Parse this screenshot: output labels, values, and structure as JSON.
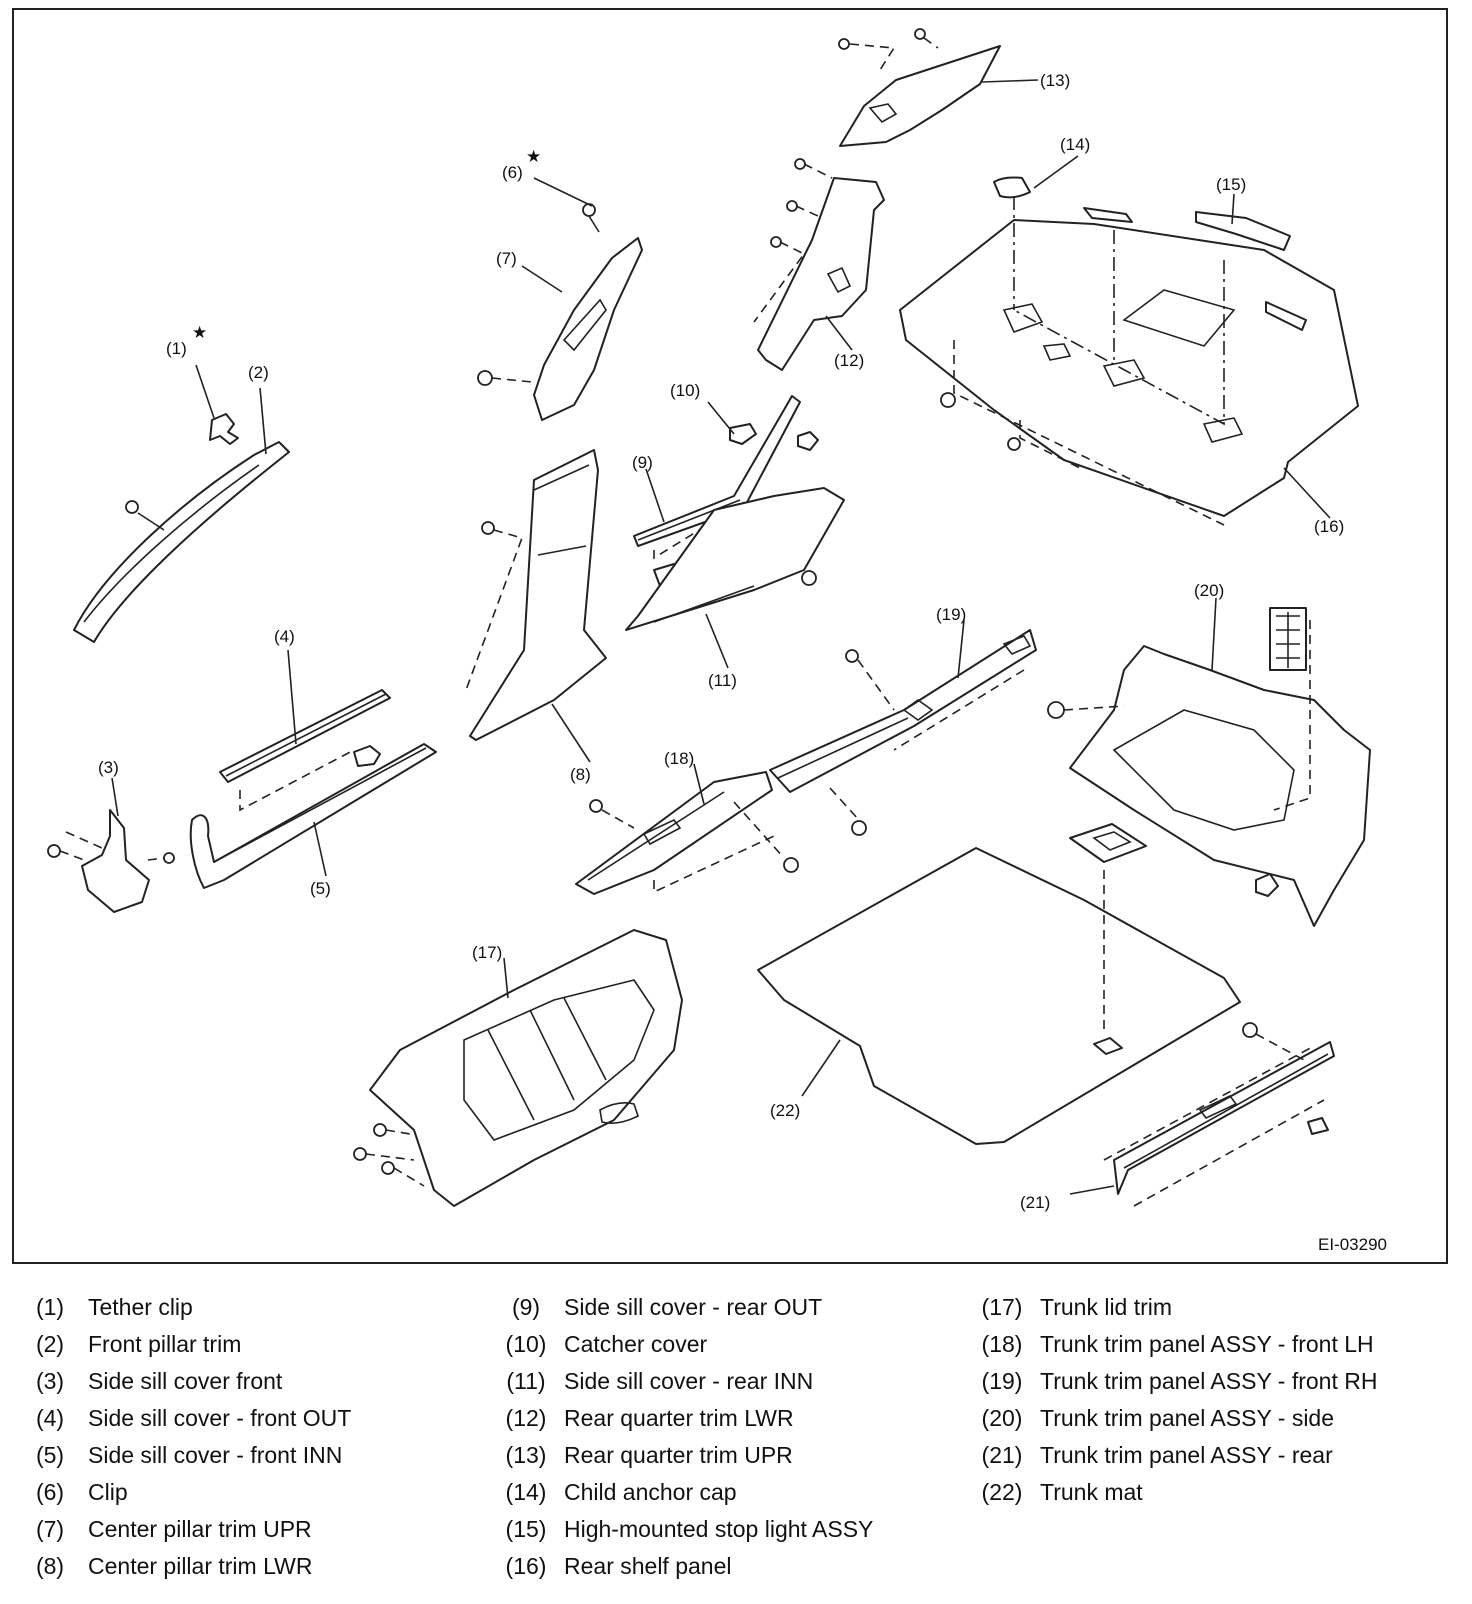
{
  "figure_id": "EI-03290",
  "star_symbol": "★",
  "callouts": [
    "(1)",
    "(2)",
    "(3)",
    "(4)",
    "(5)",
    "(6)",
    "(7)",
    "(8)",
    "(9)",
    "(10)",
    "(11)",
    "(12)",
    "(13)",
    "(14)",
    "(15)",
    "(16)",
    "(17)",
    "(18)",
    "(19)",
    "(20)",
    "(21)",
    "(22)"
  ],
  "legend": [
    {
      "num": "(1)",
      "name": "Tether clip"
    },
    {
      "num": "(2)",
      "name": "Front pillar trim"
    },
    {
      "num": "(3)",
      "name": "Side sill cover front"
    },
    {
      "num": "(4)",
      "name": "Side sill cover - front OUT"
    },
    {
      "num": "(5)",
      "name": "Side sill cover - front INN"
    },
    {
      "num": "(6)",
      "name": "Clip"
    },
    {
      "num": "(7)",
      "name": "Center pillar trim UPR"
    },
    {
      "num": "(8)",
      "name": "Center pillar trim LWR"
    },
    {
      "num": "(9)",
      "name": "Side sill cover - rear OUT"
    },
    {
      "num": "(10)",
      "name": "Catcher cover"
    },
    {
      "num": "(11)",
      "name": "Side sill cover - rear INN"
    },
    {
      "num": "(12)",
      "name": "Rear quarter trim LWR"
    },
    {
      "num": "(13)",
      "name": "Rear quarter trim UPR"
    },
    {
      "num": "(14)",
      "name": "Child anchor cap"
    },
    {
      "num": "(15)",
      "name": "High-mounted stop light ASSY"
    },
    {
      "num": "(16)",
      "name": "Rear shelf panel"
    },
    {
      "num": "(17)",
      "name": "Trunk lid trim"
    },
    {
      "num": "(18)",
      "name": "Trunk trim panel ASSY - front LH"
    },
    {
      "num": "(19)",
      "name": "Trunk trim panel ASSY - front RH"
    },
    {
      "num": "(20)",
      "name": "Trunk trim panel ASSY - side"
    },
    {
      "num": "(21)",
      "name": "Trunk trim panel ASSY - rear"
    },
    {
      "num": "(22)",
      "name": "Trunk mat"
    }
  ]
}
